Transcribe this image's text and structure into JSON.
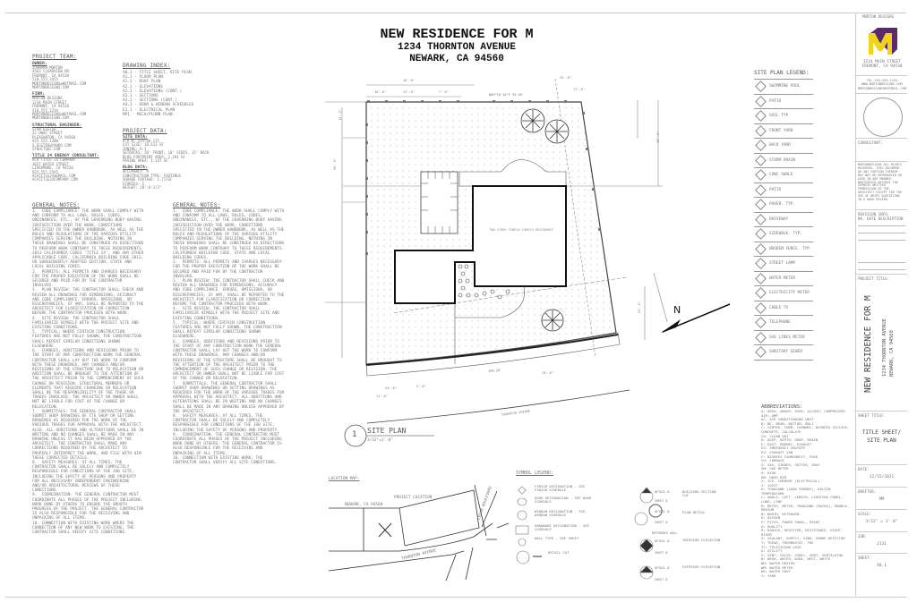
{
  "title": {
    "line1": "NEW RESIDENCE FOR M",
    "line2": "1234 THORNTON AVENUE",
    "line3": "NEWARK, CA 94560"
  },
  "project_team": {
    "heading": "PROJECT TEAM:",
    "owner": {
      "label": "OWNER:",
      "text": "JUANAMA MORTON\n4563 CLEARVIEW DR\nFREMONT, CA 94538\n510.555.3455\nMORTONDESIGNS@HOTMAIL.COM\nMORTONDESIGNS.COM"
    },
    "firm": {
      "label": "FIRM:",
      "text": "MORTON DESIGNS\n1234 MAIN STREET\nFREMONT, CA 94538\n510.555.1234\nMORTONDESIGNS@HOTMAIL.COM\nMORTONDESIGNS.COM"
    },
    "structural": {
      "label": "STRUCTURAL ENGINEER:",
      "text": "STAN EGSTER\n22 OWAC STREET\nPLEASANTON, CA 94566\n925.555.1300\nS.EGSTER@YAHOO.COM\nSTRUCTSEC.COM"
    },
    "title24": {
      "label": "TITLE 24 ENERGY CONSULTANT:",
      "text": "ACA TITLE 24 COMPANY\n3657 WATER STREET\nLIVERMORE, CA 94550\n925.555.5565\nACATITLE24@GMAIL.COM\nACATITLE24COMPANY.COM"
    }
  },
  "drawing_index": {
    "heading": "DRAWING INDEX:",
    "items": [
      "A0.1 - TITLE SHEET, SITE PLAN",
      "A1.1 - FLOOR PLAN",
      "A1.2 - ROOF PLAN",
      "A2.1 - ELEVATIONS",
      "A2.2 - ELEVATIONS (CONT.)",
      "A3.1 - SECTIONS",
      "A3.2 - SECTIONS (CONT.)",
      "A4.1 - DOOR & WINDOW SCHEDULES",
      "E1.1 - ELECTRICAL PLAN",
      "MP1 - MECH/PLUMB PLAN"
    ]
  },
  "project_data": {
    "heading": "PROJECT DATA:",
    "site_label": "SITE DATA:",
    "site": "A.P.N: 535-66-175\nLOT SIZE: 10,613 SF\nZONING: R-1\nSETBACKS: 20' FRONT, 10' SIDES, 15' BACK\nBLDG FOOTPRINT AREA: 2,291 SF\nPAVING AREA: 1,147 SF",
    "bldg_label": "BLDG DATA:",
    "bldg": "OCCUPANCY: R\nCONSTRUCTION TYPE: FOOTINGS\nSQUARE FOOTAGE: 1,717SF\nSTORIES: 1\nHEIGHT: 28'-6-1/2\""
  },
  "general_notes": {
    "heading": "GENERAL NOTES:",
    "col1": "1.  CODE COMPLIANCE: THE WORK SHALL COMPLY WITH AND CONFORM TO ALL LAWS, RULES, CODES, ORDINANCES, ETC., OF THE GOVERNING BODY HAVING JURISDICTION OVER THE WORK, CONDITIONS SPECIFIED IN THE OWNER HANDBOOK, AS WELL AS THE RULES AND REGULATIONS OF THE VARIOUS UTILITY COMPANIES SERVING THE BUILDING. NOTHING IN THESE DRAWINGS SHALL BE CONSTRUED AS DIRECTIONS TO PERFORM WORK CONTRARY TO THESE REQUIREMENTS. 2013 CALIFORNIA CODES 'TITLE 24', AND ANY OTHER APPLICABLE CODE, CALIFORNIA BUILDING CODE 2013, OR SUBSEQUENTLY ADOPTED EDITION, STATE AND LOCAL BUILDING CODES.\n2.  PERMITS: ALL PERMITS AND CHARGES NECESSARY FOR THE PROPER EXECUTION OF THE WORK SHALL BE SECURED AND PAID FOR BY THE CONTRACTOR INVOLVED.\n3.  PLAN REVIEW: THE CONTRACTOR SHALL CHECK AND REVIEW ALL DRAWINGS FOR DIMENSIONS, ACCURACY AND CODE COMPLIANCE. ERRORS, OMISSIONS, OR DISCREPANCIES, IF ANY, SHALL BE REPORTED TO THE ARCHITECT FOR CLARIFICATION OR CORRECTION BEFORE THE CONTRACTOR PROCEEDS WITH WORK.\n4.  SITE REVIEW: THE CONTRACTOR SHALL FAMILIARIZE HIMSELF WITH THE PROJECT SITE AND EXISTING CONDITIONS.\n5.  TYPICAL: WHERE CERTAIN CONSTRUCTION FEATURES ARE NOT FULLY SHOWN, THE CONSTRUCTION SHALL REPEAT SIMILAR CONDITIONS SHOWN ELSEWHERE.\n6.  CHANGES, ADDITIONS AND REVISIONS PRIOR TO THE START OF ANY CONSTRUCTION WORK THE GENERAL CONTRACTOR SHALL LAY OUT THE WORK TO CONFORM WITH THESE DRAWINGS. ANY CHANGES AND/OR REVISIONS OF THE STRUCTURE DUE TO RELOCATION OR ADDITION SHALL BE BROUGHT TO THE ATTENTION OF THE ARCHITECT PRIOR TO THE COMMENCEMENT OF SUCH CHANGE OR REVISION. STRUCTURAL MEMBERS OR ELEMENTS THAT REQUIRE CHANGING OR RELOCATION SHALL BE THE RESPONSIBILITY OF THE TRADE OR TRADES INVOLVED. THE ARCHITECT OR OWNER SHALL NOT BE LIABLE FOR COST OF THE CHANGE OR RELOCATION.\n7.  SUBMITTALS: THE GENERAL CONTRACTOR SHALL SUBMIT SHOP DRAWINGS OF ITS SHOP OR SETTING DRAWINGS AS REQUIRED FOR THE WORK OF THE VARIOUS TRADES FOR APPROVAL WITH THE ARCHITECT. ALSO, ALL ADDITIONS AND ALTERATIONS SHALL BE IN WRITING AND NO CHANGES SHALL BE MADE IN ANY DRAWING UNLESS IT HAS BEEN APPROVED BY THE ARCHITECT. THE CONTRACTOR SHALL MAKE ANY CORRECTIONS REQUIRED BY THE ARCHITECT TO PROPERLY INTERPRET THE WORK, AND FILE WITH HIM THESE CORRECTED DETAILS.\n8.  SAFETY MEASURES: AT ALL TIMES, THE CONTRACTOR SHALL BE SOLELY AND COMPLETELY RESPONSIBLE FOR CONDITIONS OF THE JOB SITE, INCLUDING THE SAFETY OF PERSONS AND PROPERTY FOR ALL NECESSARY INDEPENDENT ENGINEERING AND/OR ARCHITECTURAL REVIEWS OF THESE CONDITIONS.\n9.  COORDINATION: THE GENERAL CONTRACTOR MUST COORDINATE ALL PHASES OF THE PROJECT INCLUDING WORK DONE BY OTHERS TO ENSURE THE SMOOTH PROGRESS OF THE PROJECT. THE GENERAL CONTRACTOR IS ALSO RESPONSIBLE FOR THE RECEIVING AND UNPACKING OF ALL ITEMS.\n10. CONNECTION WITH EXISTING WORK WHERE THE CONNECTION OF ANY NEW WORK TO EXISTING, THE CONTRACTOR SHALL VERIFY SITE CONDITIONS.",
    "col2": "1.  CODE COMPLIANCE: THE WORK SHALL COMPLY WITH AND CONFORM TO ALL LAWS, RULES, CODES, ORDINANCES, ETC., OF THE GOVERNING BODY HAVING JURISDICTION OVER THE WORK, CONDITIONS SPECIFIED IN THE OWNER HANDBOOK, AS WELL AS THE RULES AND REGULATIONS OF THE VARIOUS UTILITY COMPANIES SERVING THE BUILDING. NOTHING IN THESE DRAWINGS SHALL BE CONSTRUED AS DIRECTIONS TO PERFORM WORK CONTRARY TO THESE REQUIREMENTS. CALIFORNIA BUILDING CODE, STATE AND LOCAL BUILDING CODES.\n2.  PERMITS: ALL PERMITS AND CHARGES NECESSARY FOR THE PROPER EXECUTION OF THE WORK SHALL BE SECURED AND PAID FOR BY THE CONTRACTOR INVOLVED.\n3.  PLAN REVIEW: THE CONTRACTOR SHALL CHECK AND REVIEW ALL DRAWINGS FOR DIMENSIONS, ACCURACY AND CODE COMPLIANCE. ERRORS, OMISSIONS, OR DISCREPANCIES, IF ANY, SHALL BE REPORTED TO THE ARCHITECT FOR CLARIFICATION OR CORRECTION BEFORE THE CONTRACTOR PROCEEDS WITH WORK.\n4.  SITE REVIEW: THE CONTRACTOR SHALL FAMILIARIZE HIMSELF WITH THE PROJECT SITE AND EXISTING CONDITIONS.\n5.  TYPICAL: WHERE CERTAIN CONSTRUCTION FEATURES ARE NOT FULLY SHOWN, THE CONSTRUCTION SHALL REPEAT SIMILAR CONDITIONS SHOWN ELSEWHERE.\n6.  CHANGES, ADDITIONS AND REVISIONS PRIOR TO THE START OF ANY CONSTRUCTION WORK THE GENERAL CONTRACTOR SHALL LAY OUT THE WORK TO CONFORM WITH THESE DRAWINGS. ANY CHANGES AND/OR REVISIONS OF THE STRUCTURE SHALL BE BROUGHT TO THE ATTENTION OF THE ARCHITECT PRIOR TO THE COMMENCEMENT OF SUCH CHANGE OR REVISION. THE ARCHITECT OR OWNER SHALL NOT BE LIABLE FOR COST OF THE CHANGE OR RELOCATION.\n7.  SUBMITTALS: THE GENERAL CONTRACTOR SHALL SUBMIT SHOP DRAWINGS OR SETTING DRAWINGS AS REQUIRED FOR THE WORK OF THE VARIOUS TRADES FOR APPROVAL WITH THE ARCHITECT. ALL ADDITIONS AND ALTERATIONS SHALL BE IN WRITING AND NO CHANGES SHALL BE MADE IN ANY DRAWING UNLESS APPROVED BY THE ARCHITECT.\n8.  SAFETY MEASURES: AT ALL TIMES, THE CONTRACTOR SHALL BE SOLELY AND COMPLETELY RESPONSIBLE FOR CONDITIONS OF THE JOB SITE, INCLUDING THE SAFETY OF PERSONS AND PROPERTY.\n9.  COORDINATION: THE GENERAL CONTRACTOR MUST COORDINATE ALL PHASES OF THE PROJECT INCLUDING WORK DONE BY OTHERS. THE GENERAL CONTRACTOR IS ALSO RESPONSIBLE FOR THE RECEIVING AND UNPACKING OF ALL ITEMS.\n10. CONNECTION WITH EXISTING WORK: THE CONTRACTOR SHALL VERIFY ALL SITE CONDITIONS."
  },
  "site_plan": {
    "number": "1",
    "label": "SITE PLAN",
    "scale": "3/32\"=1'-0\"",
    "house_label": "TWO STORY SINGLE FAMILY RESIDENCE",
    "street": "THORNTON AVENUE",
    "north": "N",
    "dims": [
      "16'-6\"",
      "10'-0\"",
      "21'-6\"",
      "7'-0\"",
      "25'-0\"",
      "17'-6\"",
      "N89°16'10\"E 93.20'",
      "15'-0\"",
      "33'-6\"",
      "20'-0\"",
      "109.20'",
      "19'-6\"",
      "24'-6\"",
      "11'-6\"",
      "5'-0\"",
      "22'-6\""
    ]
  },
  "location_map": {
    "heading": "LOCATION MAP:",
    "city": "NEWARK, CA 94560",
    "project": "PROJECT LOCATION",
    "street1": "THORNTON AVENUE",
    "street2": "CEDAR BOULEVARD"
  },
  "symbol_legend": {
    "heading": "SYMBOL LEGEND:",
    "items": [
      "FINISH DESIGNATION - SEE FINISH SCHEDULE",
      "DOOR DESIGNATION - SEE DOOR SCHEDULE",
      "WINDOW DESIGNATION - SEE WINDOW SCHEDULE",
      "HARDWARE DESIGNATION - SEE SCHEDULE",
      "WALL TYPE - SEE SHEET",
      "DETAIL CUT"
    ],
    "right": [
      "BUILDING SECTION CUT",
      "PLAN DETAIL",
      "INTERIOR ELEVATION",
      "EXTERIOR ELEVATION"
    ],
    "detail_no": "DETAIL #",
    "sheet_no": "SHEET #",
    "ref_wall": "REFERENCE WALL"
  },
  "site_legend": {
    "heading": "SITE PLAN LEGEND:",
    "items": [
      "SWIMMING POOL",
      "PATIO",
      "SOIL TYP.",
      "FRONT YARD",
      "BACK YARD",
      "STORM DRAIN",
      "CONC SWALE",
      "PATIO",
      "PAVER. TYP.",
      "DRIVEWAY",
      "SIDEWALK. TYP.",
      "WOODEN FENCE. TYP.",
      "STREET LAMP",
      "WATER METER",
      "ELECTRICITY METER",
      "CABLE TV",
      "TELEPHONE",
      "GAS LINES METER",
      "SANITARY SEWER"
    ]
  },
  "abbreviations": {
    "heading": "ABBREVIATIONS:",
    "text": "A: AREA, ABOVE; ACRE; ALCOVE; COMPRESSED AIR; AMP\nAC: AIR CONDITIONING UNIT\nB: BE, BEAM, BOTTOM, BOLT\nC: CENTER, CURB, CHANNEL, DEGREES CELSIUS, CONCRETE, CALCULATE\nCO: CLEAN OUT\nD: DEEP, DEPTH, DROP, DRAIN\nE: EAST, ENAMEL, EXHAUST\nES: EMERGENCY SHUTOFF\nEV: EXHAUST VAN\nF: DEGREES FAHRENHEIT, FUSE\nFU: FURNACE\nG: GAS, GIRDER, GUTTER, GRAY\nGM: GAS METER\nH: HIGH\nHB: HOSE BIB\nI: ICE, CURRENT (ELECTRICAL)\nJ: JOIST\nK: THOUSAND (1000 POUNDS), KELVIN TEMPERATURE\nL: ANGLE, LEFT, LENGTH, LIGHTING PANEL, LONG, LINE\nM: METER, METER, THOUSAND (MACRO), MARBLE, MEDIUM\nN: NORTH, NITROGEN\nO: OXYGEN\nP: PITCH, POWER PANEL, PAINT\nQ: QUALITY\nR: RADIUS, REGISTER, RESISTANCE, RIGHT, RISER\nS: SEALANT, SUPPLY, SINK, SMOKE DETECTOR\nT: TREAD, THERMOSTAT, THE\nTC: TELEVISION JACK\nU: UTILITY\nV: VENT, VALVE, VINYL, VENT, VENTILATOR\nW: WASH, WATER, WIDE, WEST, WHITE\nWH: WATER HEATER\nWM: WATER METER\nWS: WATER SHUT\nY: YARD"
  },
  "title_block": {
    "firm": "MORTON DESIGNS",
    "logo_letter": "M",
    "address": "1234 MAIN STREET\nFREMONT, CA 94538",
    "contact": "TEL 510.555.1234\nWWW.MORTONDESIGNS.COM\nMORTONDESIGNS@HOTMAIL.COM",
    "consultant_label": "CONSULTANT:",
    "copyright": "MORTONDESIGNS ALL RIGHTS RESERVED. THIS DOCUMENT OR ANY PORTION THEREOF MAY NOT BE REPRODUCED OR USED IN ANY MANNER WHATSOEVER WITHOUT THE EXPRESS WRITTEN PERMISSION OF THE ARCHITECT EXCEPT FOR THE USE OF BRIEF QUOTATIONS IN A BOOK REVIEW.",
    "revision_label": "REVISION INFO:",
    "revision_cols": "NO. DATE DESCRIPTION",
    "project_title_label": "PROJECT TITLE:",
    "project_title": "NEW RESIDENCE FOR M",
    "project_addr1": "1234 THORNTON AVENUE",
    "project_addr2": "NEWARK, CA 94560",
    "sheet_title_label": "SHEET TITLE:",
    "sheet_title": "TITLE SHEET/\nSITE PLAN",
    "date_label": "DATE:",
    "date": "12/15/2021",
    "drafter_label": "DRAFTER:",
    "drafter": "MM",
    "scale_label": "SCALE:",
    "scale": "3/32\" = 1'-0\"",
    "job_label": "JOB:",
    "job": "2131",
    "sheet_label": "SHEET:",
    "sheet": "A0.1",
    "logo_colors": {
      "purple": "#5b2a6e",
      "yellow": "#f2d21b"
    }
  }
}
